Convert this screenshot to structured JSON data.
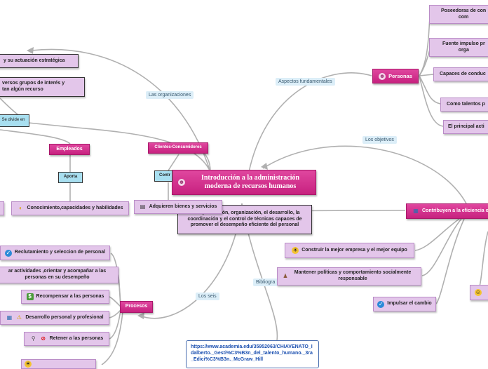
{
  "central": {
    "title": "Introducción a la administración moderna de recursos humanos"
  },
  "central_desc": "Es la planeación, organización, el desarrollo, la coordinación y el control de técnicas capaces de promover el desempeño eficiente del personal",
  "left_top": {
    "strategic": "y su actuación estratégica",
    "groups": "versos grupos de interés y\ntan algún recurso",
    "divide": "Se divide en"
  },
  "empleados": {
    "title": "Empleados",
    "aporta": "Aporta",
    "aporta_text": "Conocimiento,capacidades y habilidades"
  },
  "clientes": {
    "title": "Clientes-Consumidores",
    "contr": "Contr",
    "text": "Adquieren bienes y servicios"
  },
  "connectors": {
    "organizaciones": "Las organizaciones",
    "aspectos": "Aspectos fundamentales",
    "objetivos": "Los objetivos",
    "seis": "Los seis",
    "bibliografia": "Bibliogra"
  },
  "personas": {
    "title": "Personas",
    "items": [
      "Poseedoras de con\ncom",
      "Fuente impulso pr\norga",
      "Capaces de conduc",
      "Como talentos p",
      "El principal acti"
    ]
  },
  "objetivos": {
    "title": "Contribuyen a la eficiencia o",
    "items": [
      "Construir la mejor empresa y el mejor equipo",
      "Mantener políticas y comportamiento socialmente responsable",
      "Impulsar el cambio"
    ]
  },
  "procesos": {
    "title": "Procesos",
    "items": [
      "Reclutamiento y seleccion de personal",
      "ar actividades ,orientar y acompañar a las\npersonas en su desempeño",
      "Recompensar a las personas",
      "Desarrollo personal y profesional",
      "Retener a las personas"
    ]
  },
  "bibliography_link": "https://www.academia.edu/35952063/CHIAVENATO_Idalberto._Gesti%C3%B3n_del_talento_humano._3ra_Edici%C3%B3n._McGraw_Hill"
}
